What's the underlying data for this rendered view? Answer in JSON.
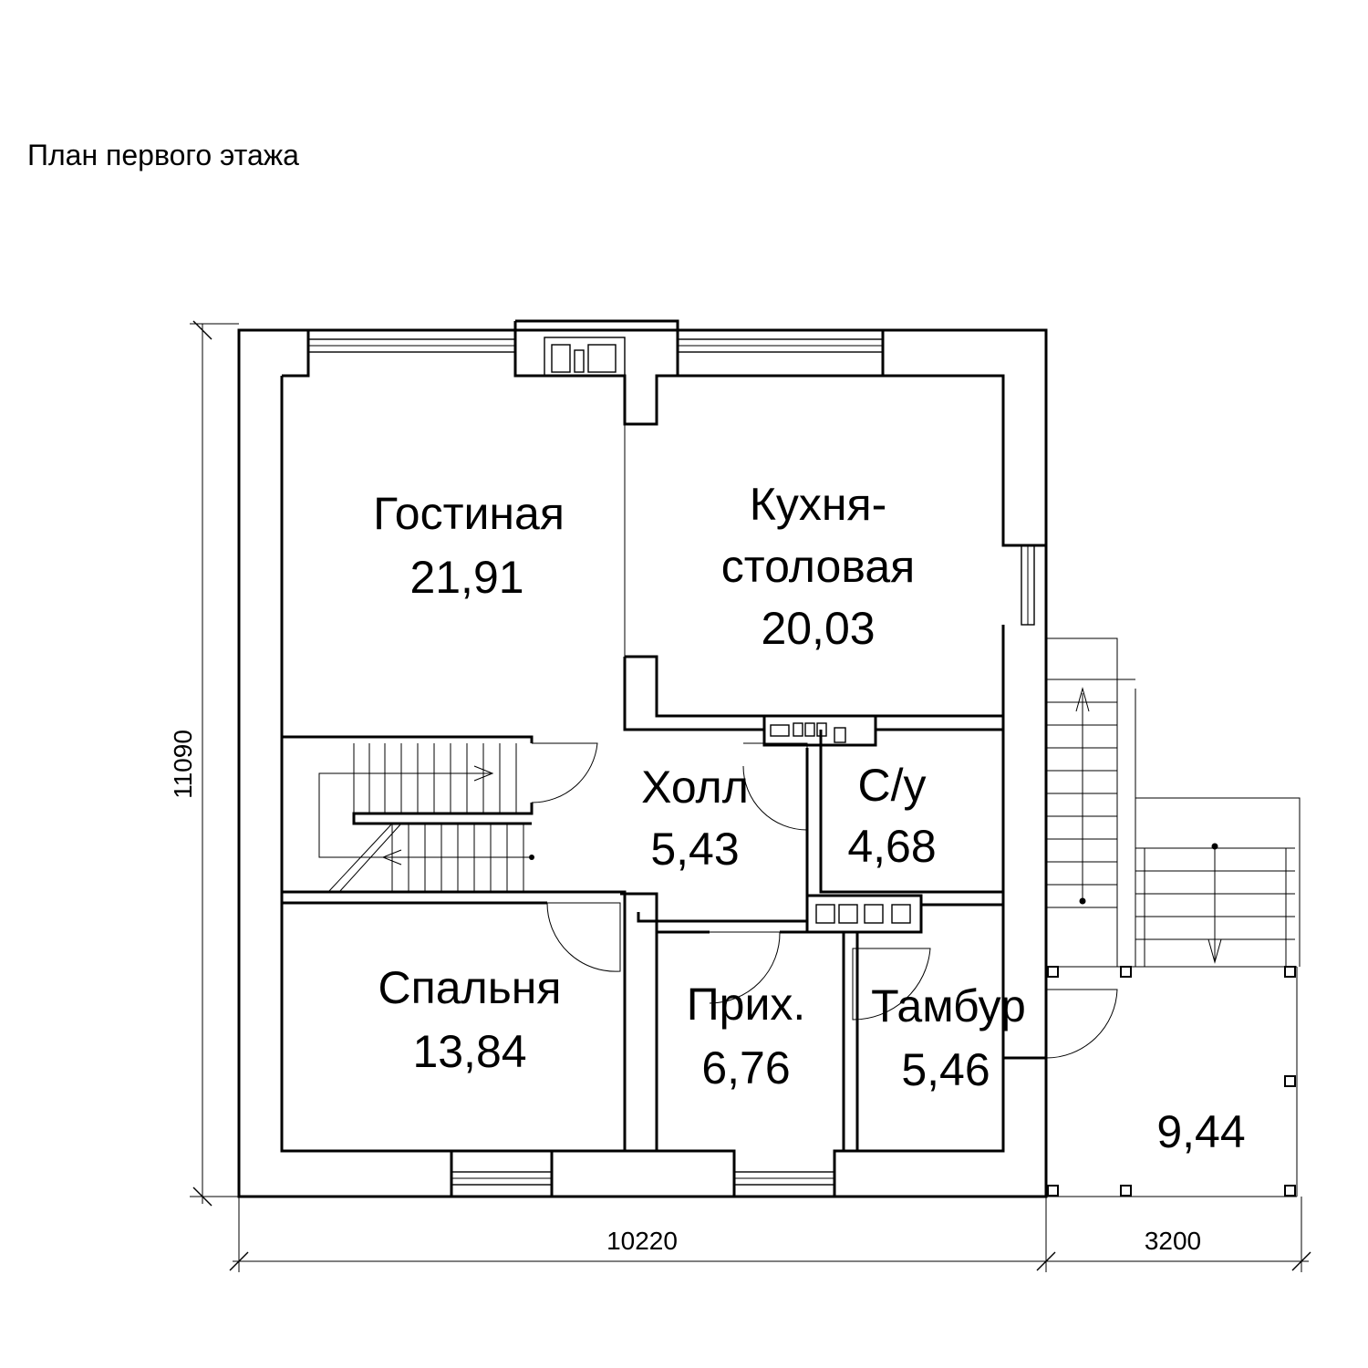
{
  "title": "План первого этажа",
  "rooms": {
    "living": {
      "name": "Гостиная",
      "area": "21,91"
    },
    "kitchen": {
      "name_line1": "Кухня-",
      "name_line2": "столовая",
      "area": "20,03"
    },
    "hall": {
      "name": "Холл",
      "area": "5,43"
    },
    "bathroom": {
      "name": "С/у",
      "area": "4,68"
    },
    "bedroom": {
      "name": "Спальня",
      "area": "13,84"
    },
    "entry": {
      "name": "Прих.",
      "area": "6,76"
    },
    "vestibule": {
      "name": "Тамбур",
      "area": "5,46"
    },
    "terrace": {
      "area": "9,44"
    }
  },
  "dimensions": {
    "height": "11090",
    "width_main": "10220",
    "width_terrace": "3200"
  }
}
